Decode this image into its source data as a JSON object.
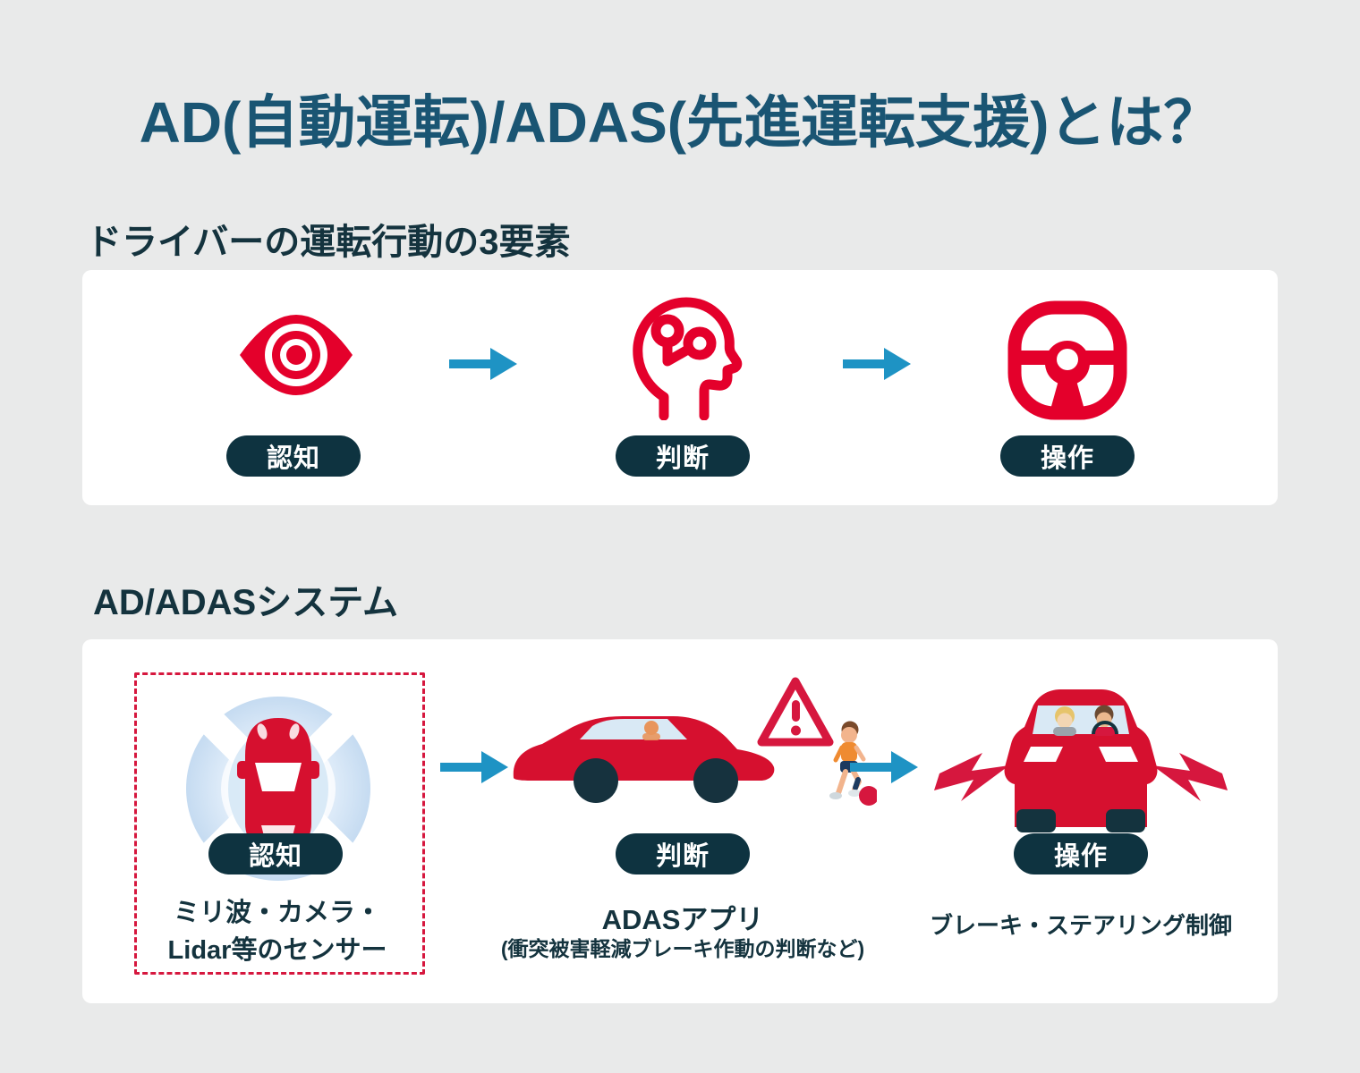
{
  "page": {
    "title": "AD(自動運転)/ADAS(先進運転支援)とは？"
  },
  "colors": {
    "background": "#e9eaea",
    "card": "#ffffff",
    "title_blue": "#1a5573",
    "heading_dark": "#14333e",
    "accent_red": "#e4002b",
    "dashed_red": "#d6173e",
    "pill_navy": "#0e3340",
    "arrow_blue": "#1e93c4",
    "sensor_blue": "#c5dbf1"
  },
  "driver_section": {
    "heading": "ドライバーの運転行動の3要素",
    "steps": [
      {
        "label": "認知",
        "icon": "eye-icon"
      },
      {
        "label": "判断",
        "icon": "brain-circuit-icon"
      },
      {
        "label": "操作",
        "icon": "steering-wheel-icon"
      }
    ]
  },
  "system_section": {
    "heading": "AD/ADASシステム",
    "steps": [
      {
        "label": "認知",
        "caption_line1": "ミリ波・カメラ・",
        "caption_line2": "Lidar等のセンサー",
        "icon": "sensor-car-icon"
      },
      {
        "label": "判断",
        "caption_line1": "ADASアプリ",
        "caption_line2": "(衝突被害軽減ブレーキ作動の判断など)",
        "icon": "hazard-detection-icon"
      },
      {
        "label": "操作",
        "caption_line1": "ブレーキ・ステアリング制御",
        "icon": "braking-car-icon"
      }
    ]
  }
}
